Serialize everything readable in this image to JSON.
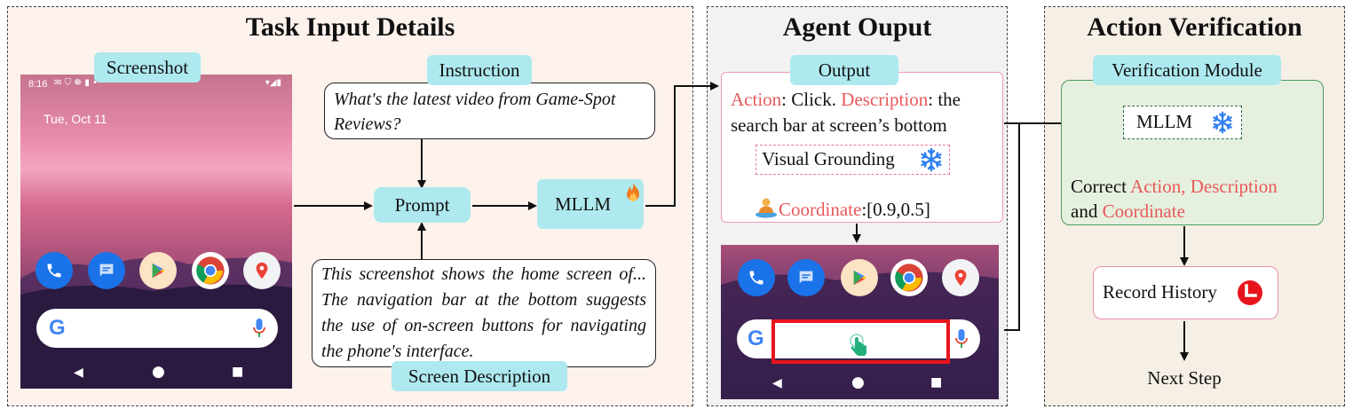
{
  "panels": {
    "input_title": "Task Input Details",
    "output_title": "Agent Ouput",
    "verify_title": "Action Verification"
  },
  "input": {
    "screenshot_label": "Screenshot",
    "instruction_label": "Instruction",
    "instruction_text": "What's the latest video from Game-Spot Reviews?",
    "prompt_label": "Prompt",
    "mllm_label": "MLLM",
    "screen_description_text": "This screenshot shows the home screen of... The navigation bar at the bottom suggests the use of on-screen buttons for navigating the phone's interface.",
    "screen_description_label": "Screen Description"
  },
  "phone": {
    "status_time": "8:16",
    "date": "Tue, Oct 11",
    "search_logo": "G"
  },
  "output": {
    "output_label": "Output",
    "action_key": "Action",
    "action_value": ": Click. ",
    "description_key": "Description",
    "description_value": ": the search bar at screen’s bottom",
    "grounding_label": "Visual Grounding",
    "coordinate_key": "Coordinate",
    "coordinate_value": ":[0.9,0.5]"
  },
  "verify": {
    "module_label": "Verification Module",
    "mllm_label": "MLLM",
    "correct_prefix": "Correct ",
    "correct_red1": "Action, Description",
    "correct_and": "and ",
    "correct_red2": "Coordinate",
    "record_label": "Record History",
    "next_label": "Next Step"
  },
  "colors": {
    "red_text": "#e8585a",
    "cyan_tag": "#aee9ef",
    "input_bg": "#fdf2ec",
    "output_bg": "#f2f2f2",
    "verify_bg": "#f6efe6",
    "verify_module_bg": "#e6f0de",
    "snowflake": "#2e7ff0",
    "fire": "#f07b22"
  },
  "icons": [
    "snowflake-icon",
    "fire-icon",
    "location-person-icon",
    "record-clock-icon",
    "hand-pointer-icon",
    "phone-icon",
    "messages-icon",
    "play-store-icon",
    "chrome-icon",
    "maps-icon",
    "mic-icon"
  ]
}
